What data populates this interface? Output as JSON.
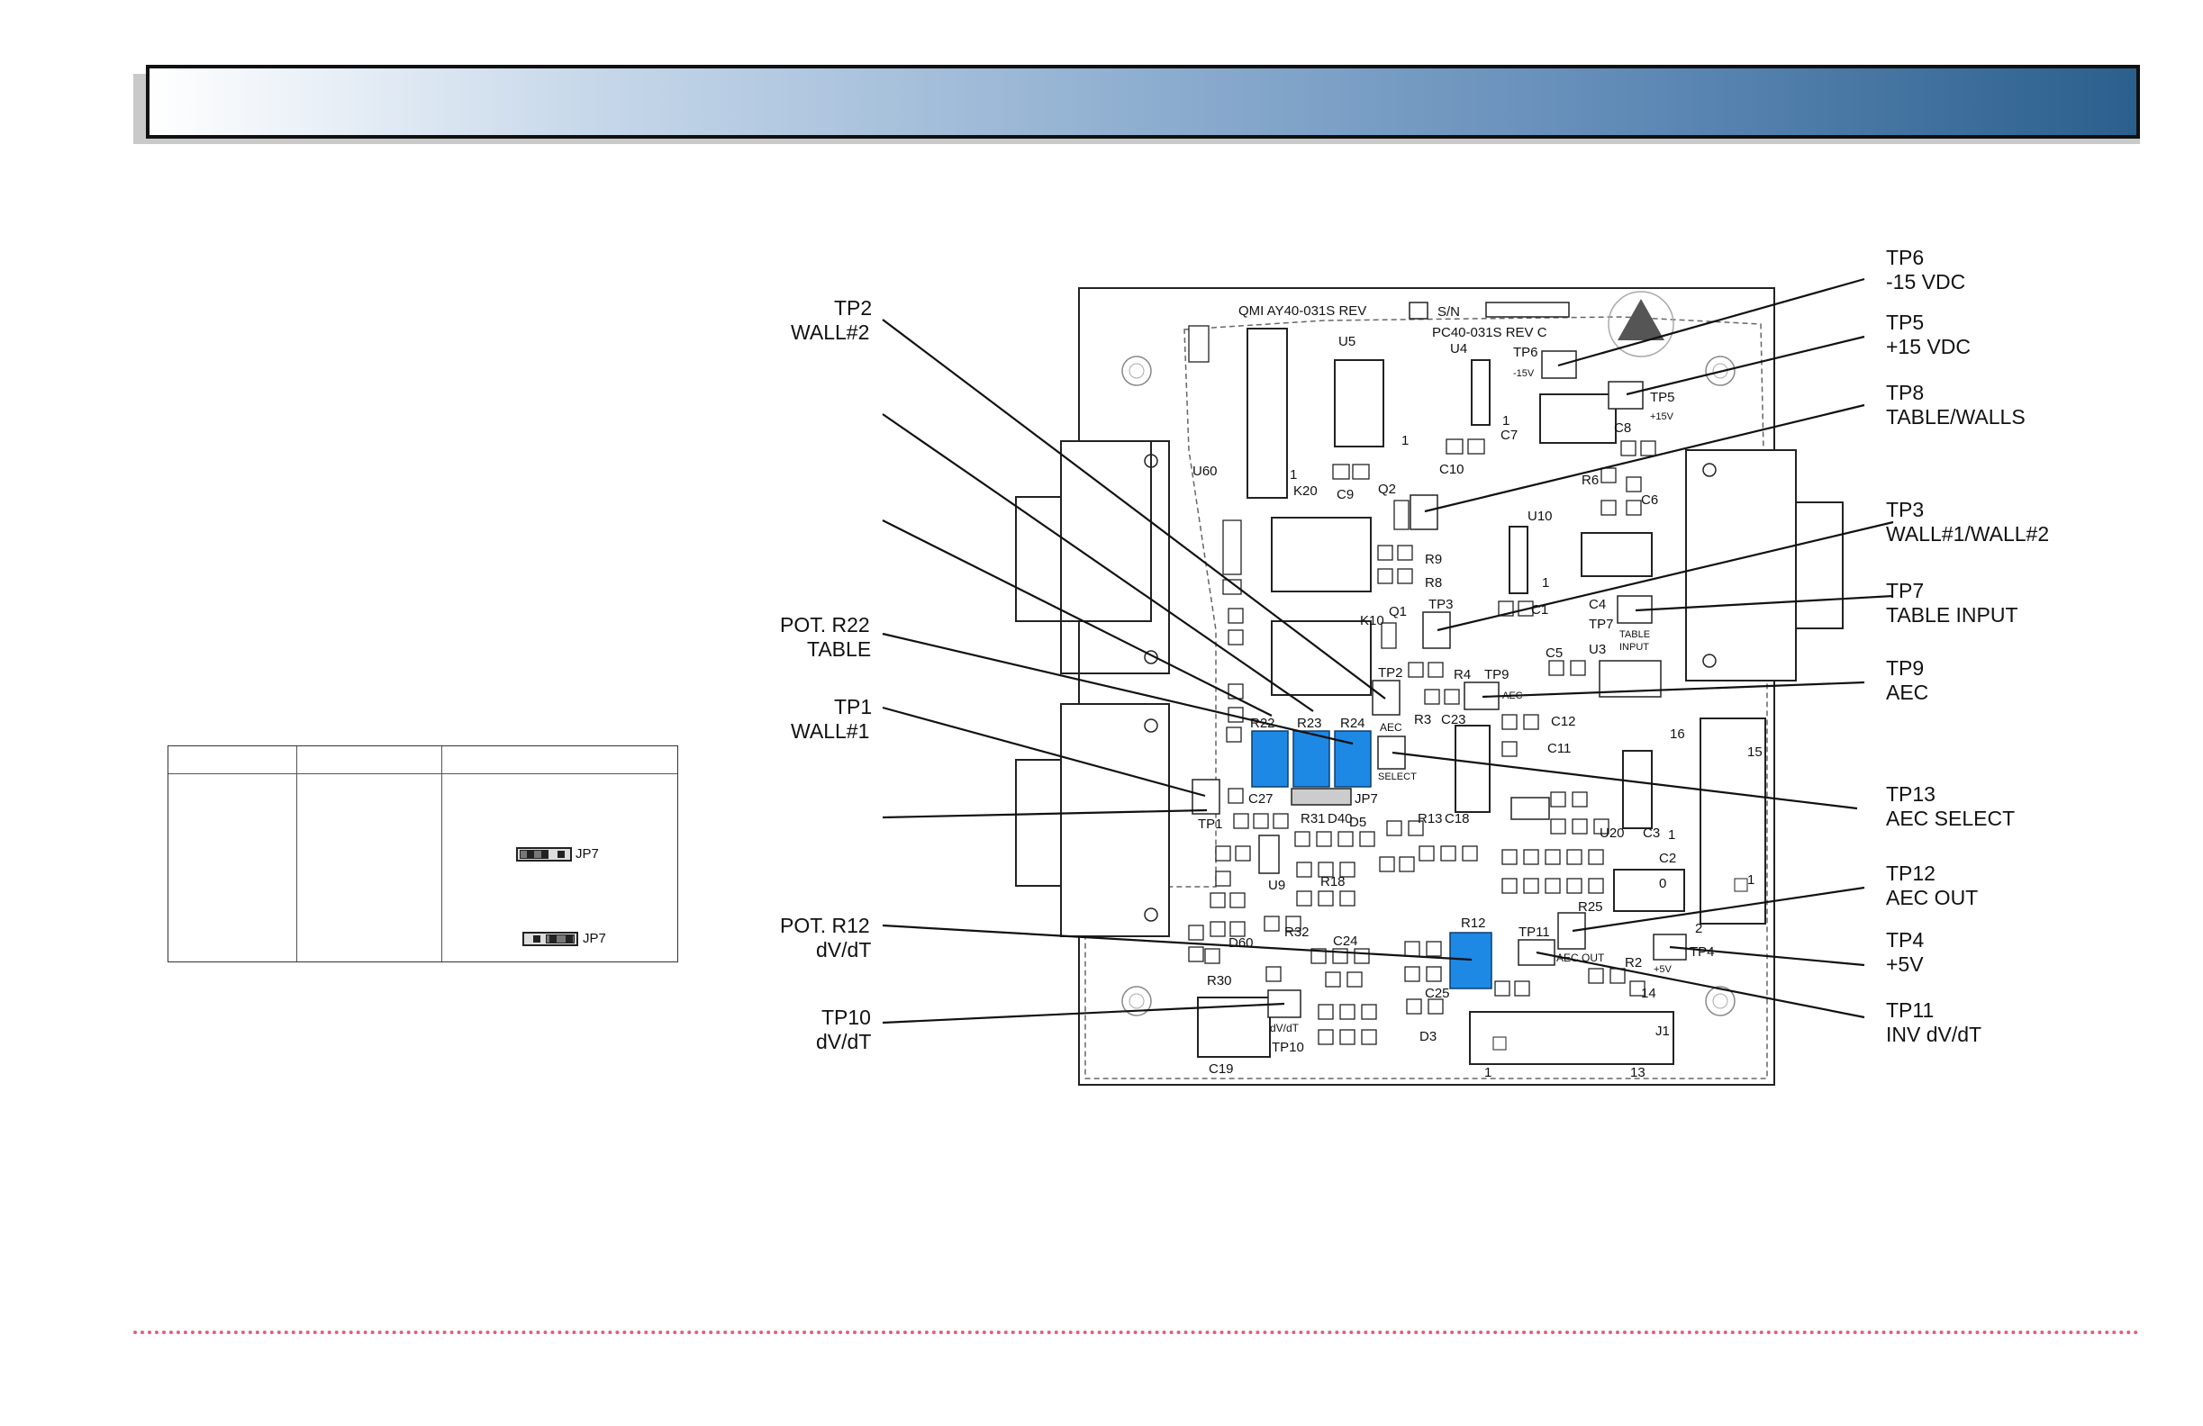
{
  "banner": {
    "title": ""
  },
  "board": {
    "title": "QMI AY40-031S REV",
    "subtitle": "PC40-031S REV C",
    "sn_label": "S/N"
  },
  "callouts": {
    "tp2": {
      "line1": "TP2",
      "line2": "WALL#2"
    },
    "pot_r22": {
      "line1": "POT. R22",
      "line2": "TABLE"
    },
    "tp1": {
      "line1": "TP1",
      "line2": "WALL#1"
    },
    "pot_r12": {
      "line1": "POT. R12",
      "line2": "dV/dT"
    },
    "tp10": {
      "line1": "TP10",
      "line2": "dV/dT"
    },
    "tp6": {
      "line1": "TP6",
      "line2": "-15 VDC"
    },
    "tp5": {
      "line1": "TP5",
      "line2": "+15 VDC"
    },
    "tp8": {
      "line1": "TP8",
      "line2": "TABLE/WALLS"
    },
    "tp3": {
      "line1": "TP3",
      "line2": "WALL#1/WALL#2"
    },
    "tp7": {
      "line1": "TP7",
      "line2": "TABLE INPUT"
    },
    "tp9": {
      "line1": "TP9",
      "line2": "AEC"
    },
    "tp13": {
      "line1": "TP13",
      "line2": "AEC SELECT"
    },
    "tp12": {
      "line1": "TP12",
      "line2": "AEC OUT"
    },
    "tp4": {
      "line1": "TP4",
      "line2": "+5V"
    },
    "tp11": {
      "line1": "TP11",
      "line2": "INV dV/dT"
    }
  },
  "pcb_labels": {
    "u5": "U5",
    "u4": "U4",
    "u60": "U60",
    "k20": "K20",
    "k10": "K10",
    "c9": "C9",
    "q2": "Q2",
    "q1": "Q1",
    "c10": "C10",
    "c7": "C7",
    "c8": "C8",
    "r6": "R6",
    "c6": "C6",
    "u10": "U10",
    "r9": "R9",
    "r8": "R8",
    "c1": "C1",
    "tp3": "TP3",
    "tp2": "TP2",
    "r4": "R4",
    "tp9": "TP9",
    "aec": "AEC",
    "c5": "C5",
    "u3": "U3",
    "r3": "R3",
    "c23": "C23",
    "c12": "C12",
    "r22": "R22",
    "r23": "R23",
    "r24": "R24",
    "aec2": "AEC",
    "select": "SELECT",
    "c11": "C11",
    "c27": "C27",
    "jp7": "JP7",
    "tp1": "TP1",
    "r31": "R31",
    "d40": "D40",
    "d5": "D5",
    "r13": "R13",
    "c18": "C18",
    "u20": "U20",
    "c3": "C3",
    "c2": "C2",
    "u9": "U9",
    "r18": "R18",
    "r25": "R25",
    "d60": "D60",
    "r32": "R32",
    "c24": "C24",
    "r12": "R12",
    "tp11": "TP11",
    "aec_out": "AEC  OUT",
    "r2": "R2",
    "r30": "R30",
    "c25": "C25",
    "dvdt": "dV/dT",
    "tp10": "TP10",
    "d3": "D3",
    "c19": "C19",
    "j1": "J1",
    "tp6": "TP6",
    "m15v": "-15V",
    "tp5": "TP5",
    "p15v": "+15V",
    "c4": "C4",
    "tp7": "TP7",
    "table": "TABLE",
    "input": "INPUT",
    "tp4": "TP4",
    "p5v": "+5V",
    "pin16": "16",
    "pin15": "15",
    "pin1a": "1",
    "pin2": "2",
    "pin14": "14",
    "pin1b": "1",
    "pin13": "13",
    "pin1c": "1",
    "pin1d": "1",
    "pin1e": "1",
    "pin1f": "1",
    "pin1g": "1",
    "pin0": "0"
  },
  "jumper_table": {
    "jp7_a": "JP7",
    "jp7_b": "JP7"
  },
  "colors": {
    "pot_blue": "#1e88e5",
    "rule_pink": "#e0607a",
    "banner_dark": "#2b5f8c"
  }
}
